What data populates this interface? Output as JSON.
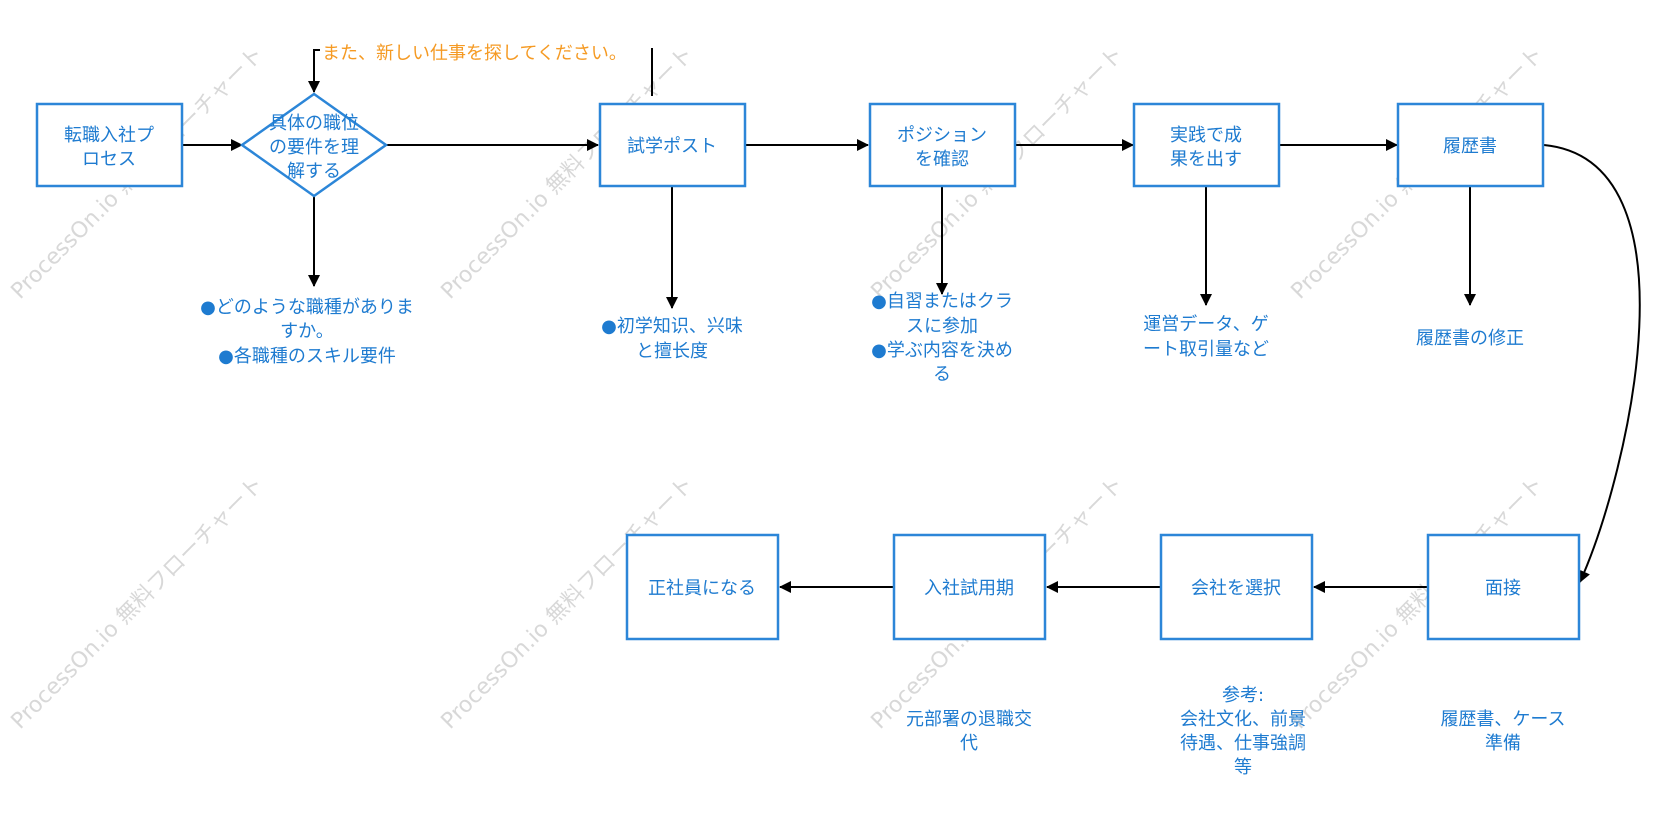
{
  "colors": {
    "node_stroke": "#2C86D8",
    "node_text": "#1E7BD0",
    "edge": "#000000",
    "edge_label": "#F59A23",
    "watermark": "#D6D6D6"
  },
  "nodes": {
    "start": "転職入社プロセス",
    "decision": "具体の職位の要件を理解する",
    "trial_post": "試学ポスト",
    "confirm_position": "ポジションを確認",
    "results": "実践で成果を出す",
    "resume": "履歴書",
    "interview": "面接",
    "select_company": "会社を選択",
    "probation": "入社試用期",
    "regular_employee": "正社員になる"
  },
  "notes": {
    "job_types": [
      "●どのような職種がありま",
      "すか。",
      "●各職種のスキル要件"
    ],
    "interests": [
      "●初学知识、兴味",
      "と擅长度"
    ],
    "self_study": [
      "●自習またはクラ",
      "スに参加",
      "●学ぶ内容を決め",
      "る"
    ],
    "operations": [
      "運営データ、ゲ",
      "ート取引量など"
    ],
    "resume_fix": [
      "履歴書の修正"
    ],
    "prep": [
      "履歴書、ケース",
      "準備"
    ],
    "reference": [
      "参考:",
      "会社文化、前景",
      "待遇、仕事強調",
      "等"
    ],
    "handover": [
      "元部署の退職交",
      "代"
    ]
  },
  "edge_labels": {
    "new_job": "また、新しい仕事を探してください。"
  },
  "watermark_text": "ProcessOn.io 無料フローチャート"
}
